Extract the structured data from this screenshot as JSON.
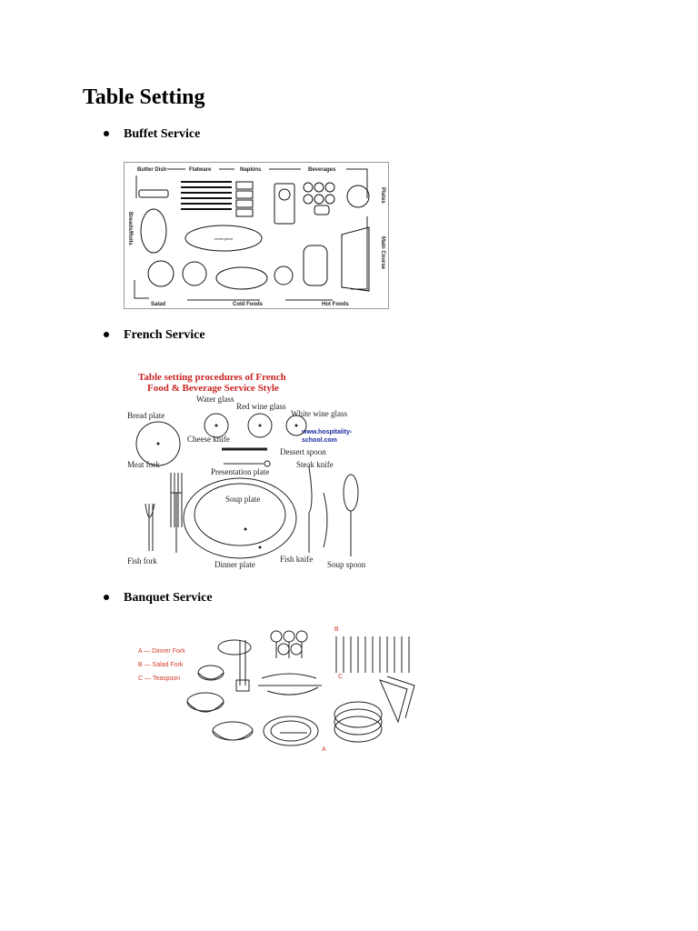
{
  "document": {
    "title": "Table Setting",
    "sections": [
      {
        "heading": "Buffet Service"
      },
      {
        "heading": "French Service"
      },
      {
        "heading": "Banquet Service"
      }
    ]
  },
  "buffet_diagram": {
    "top_labels": [
      "Butter Dish",
      "Flatware",
      "Napkins",
      "Beverages"
    ],
    "side_labels": [
      "Breads/Rolls",
      "Plates",
      "Main Course"
    ],
    "bottom_labels": [
      "Salad",
      "Cold Foods",
      "Hot Foods"
    ],
    "center_label": "centerpiece"
  },
  "french_diagram": {
    "title_line1": "Table setting procedures of French",
    "title_line2": "Food & Beverage Service Style",
    "website_line1": "www.hospitality-",
    "website_line2": "school.com",
    "labels": {
      "water_glass": "Water glass",
      "red_wine_glass": "Red wine glass",
      "white_wine_glass": "White wine glass",
      "bread_plate": "Bread plate",
      "cheese_knife": "Cheese knife",
      "dessert_spoon": "Dessert spoon",
      "meat_fork": "Meat fork",
      "presentation_plate": "Presentation plate",
      "steak_knife": "Steak knife",
      "soup_plate": "Soup plate",
      "fish_fork": "Fish fork",
      "dinner_plate": "Dinner plate",
      "fish_knife": "Fish knife",
      "soup_spoon": "Soup spoon"
    },
    "colors": {
      "title": "#cc2222",
      "website": "#1a2aa0"
    }
  },
  "banquet_diagram": {
    "legend": [
      "A — Dinner Fork",
      "B — Salad Fork",
      "C — Teaspoon"
    ],
    "markers": [
      "A",
      "B",
      "C"
    ],
    "colors": {
      "legend": "#d23a2a"
    }
  }
}
